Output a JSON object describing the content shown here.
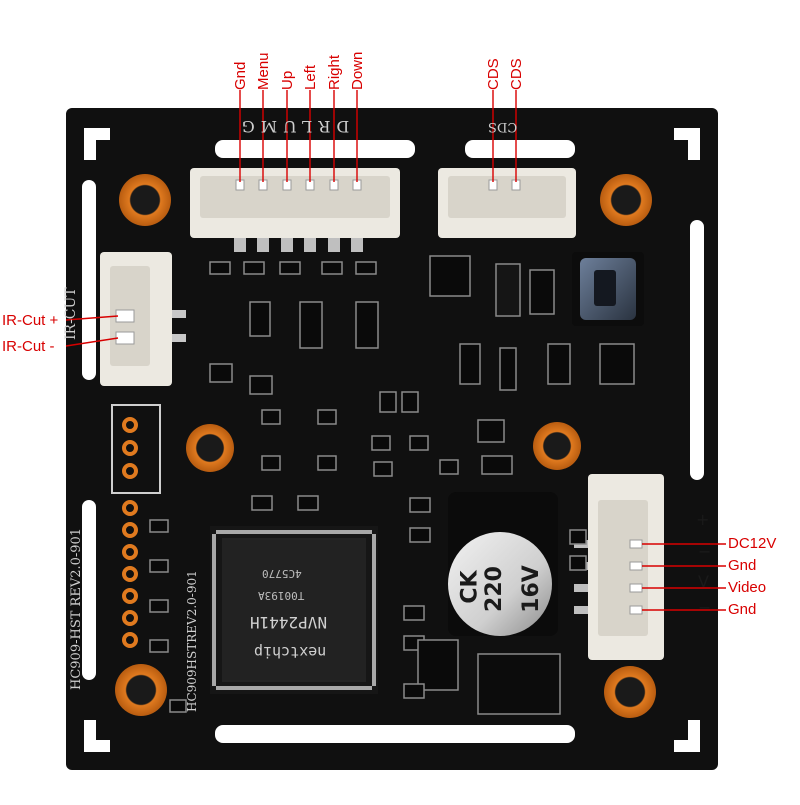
{
  "image": {
    "subject": "camera module circuit board",
    "board_color": "#101010",
    "label_color": "#d80000"
  },
  "top_labels": {
    "gnd": "Gnd",
    "menu": "Menu",
    "up": "Up",
    "left": "Left",
    "right": "Right",
    "down": "Down",
    "cds_1": "CDS",
    "cds_2": "CDS"
  },
  "left_labels": {
    "ircut_plus": "IR-Cut +",
    "ircut_minus": "IR-Cut -"
  },
  "right_labels": {
    "dc12v": "DC12V",
    "gnd": "Gnd",
    "video": "Video",
    "gnd_2": "Gnd"
  },
  "silkscreen": {
    "drlumg": "DRLUMG",
    "cds": "CDS",
    "ir_cut": "IR-CUT",
    "board_rev": "HC909-HST  REV2.0-901",
    "board_rev_2": "HC909HSTREV2.0-901",
    "plus": "+",
    "minus": "−",
    "v_marker": "V",
    "gnd_marker": "−"
  },
  "chip": {
    "line1": "4C5770",
    "line2": "T00193A",
    "line3": "NVP2441H",
    "line4": "nextchip"
  },
  "capacitor": {
    "line1": "CK",
    "line2": "220",
    "line3": "16V"
  }
}
